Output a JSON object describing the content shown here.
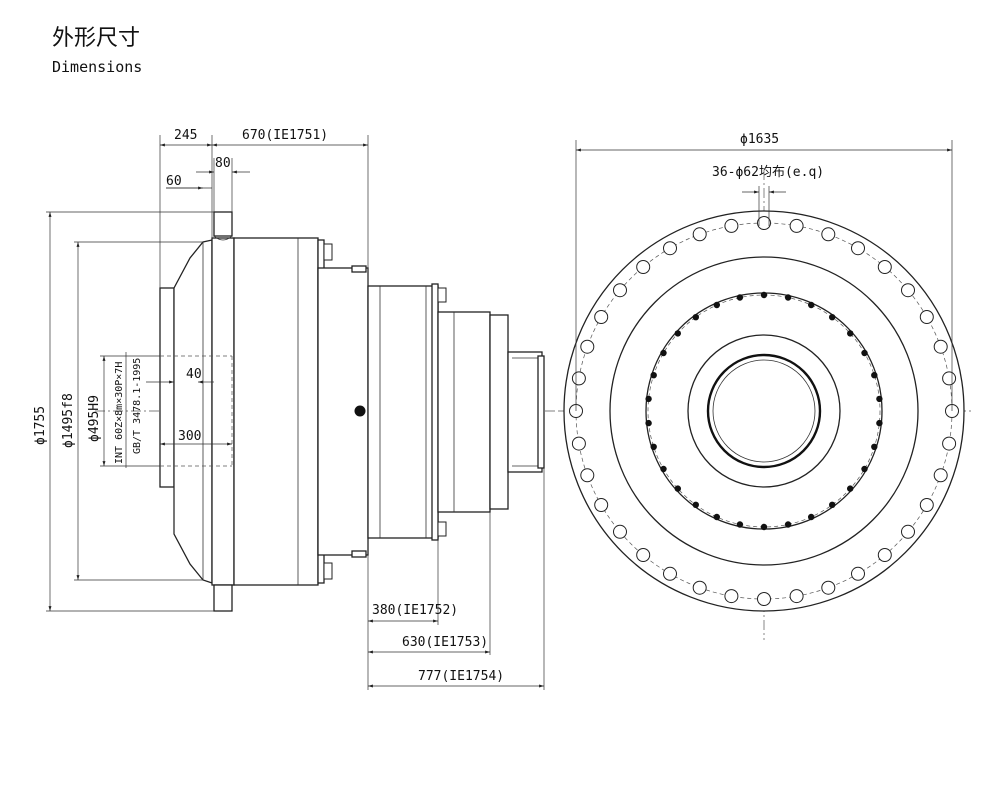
{
  "header": {
    "title_cn": "外形尺寸",
    "title_en": "Dimensions"
  },
  "side_view": {
    "dims": {
      "d245": "245",
      "d670": "670(IE1751)",
      "d80": "80",
      "d60": "60",
      "d40": "40",
      "d300": "300",
      "d380": "380(IE1752)",
      "d630": "630(IE1753)",
      "d777": "777(IE1754)",
      "dia1755": "ϕ1755",
      "dia1495": "ϕ1495f8",
      "dia495": "ϕ495H9",
      "spline": "INT 60Z×8m×30P×7H",
      "standard": "GB/T 3478.1-1995"
    }
  },
  "front_view": {
    "dims": {
      "dia1635": "ϕ1635",
      "holes": "36-ϕ62均布(e.q)"
    },
    "outer_hole_count": 36,
    "inner_hole_count": 30
  }
}
